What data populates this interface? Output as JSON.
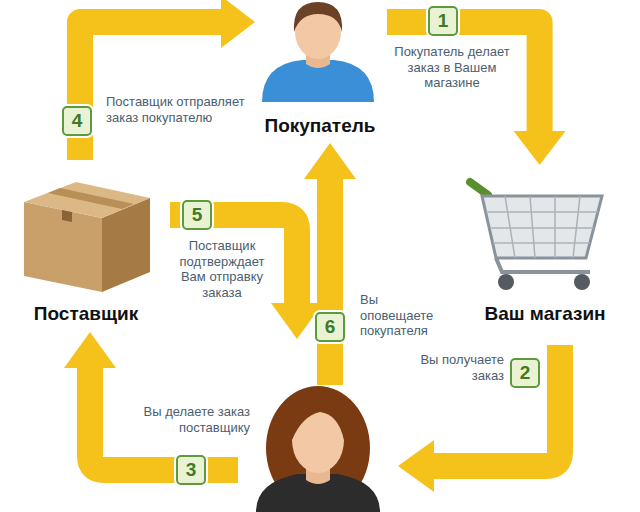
{
  "diagram": {
    "nodes": [
      {
        "text": [
          "Покупатель"
        ]
      },
      {
        "text": [
          "Ваш магазин"
        ]
      },
      {
        "text": [
          "Поставщик"
        ]
      }
    ],
    "edges": [
      {
        "from": 0,
        "to": 1,
        "arrow": "to",
        "label": "Покупатель делает заказ в Вашем магазине"
      },
      {
        "from": 2,
        "to": 0,
        "arrow": "to",
        "label": "Поставщик отправляет заказ покупателю"
      }
    ],
    "labels": [
      "1",
      "2",
      "Вы получаете заказ",
      "3",
      "Вы делаете заказ поставщику",
      "4",
      "5",
      "Поставщик подтверждает Вам отправку заказа",
      "6",
      "Вы оповещаете покупателя"
    ]
  }
}
